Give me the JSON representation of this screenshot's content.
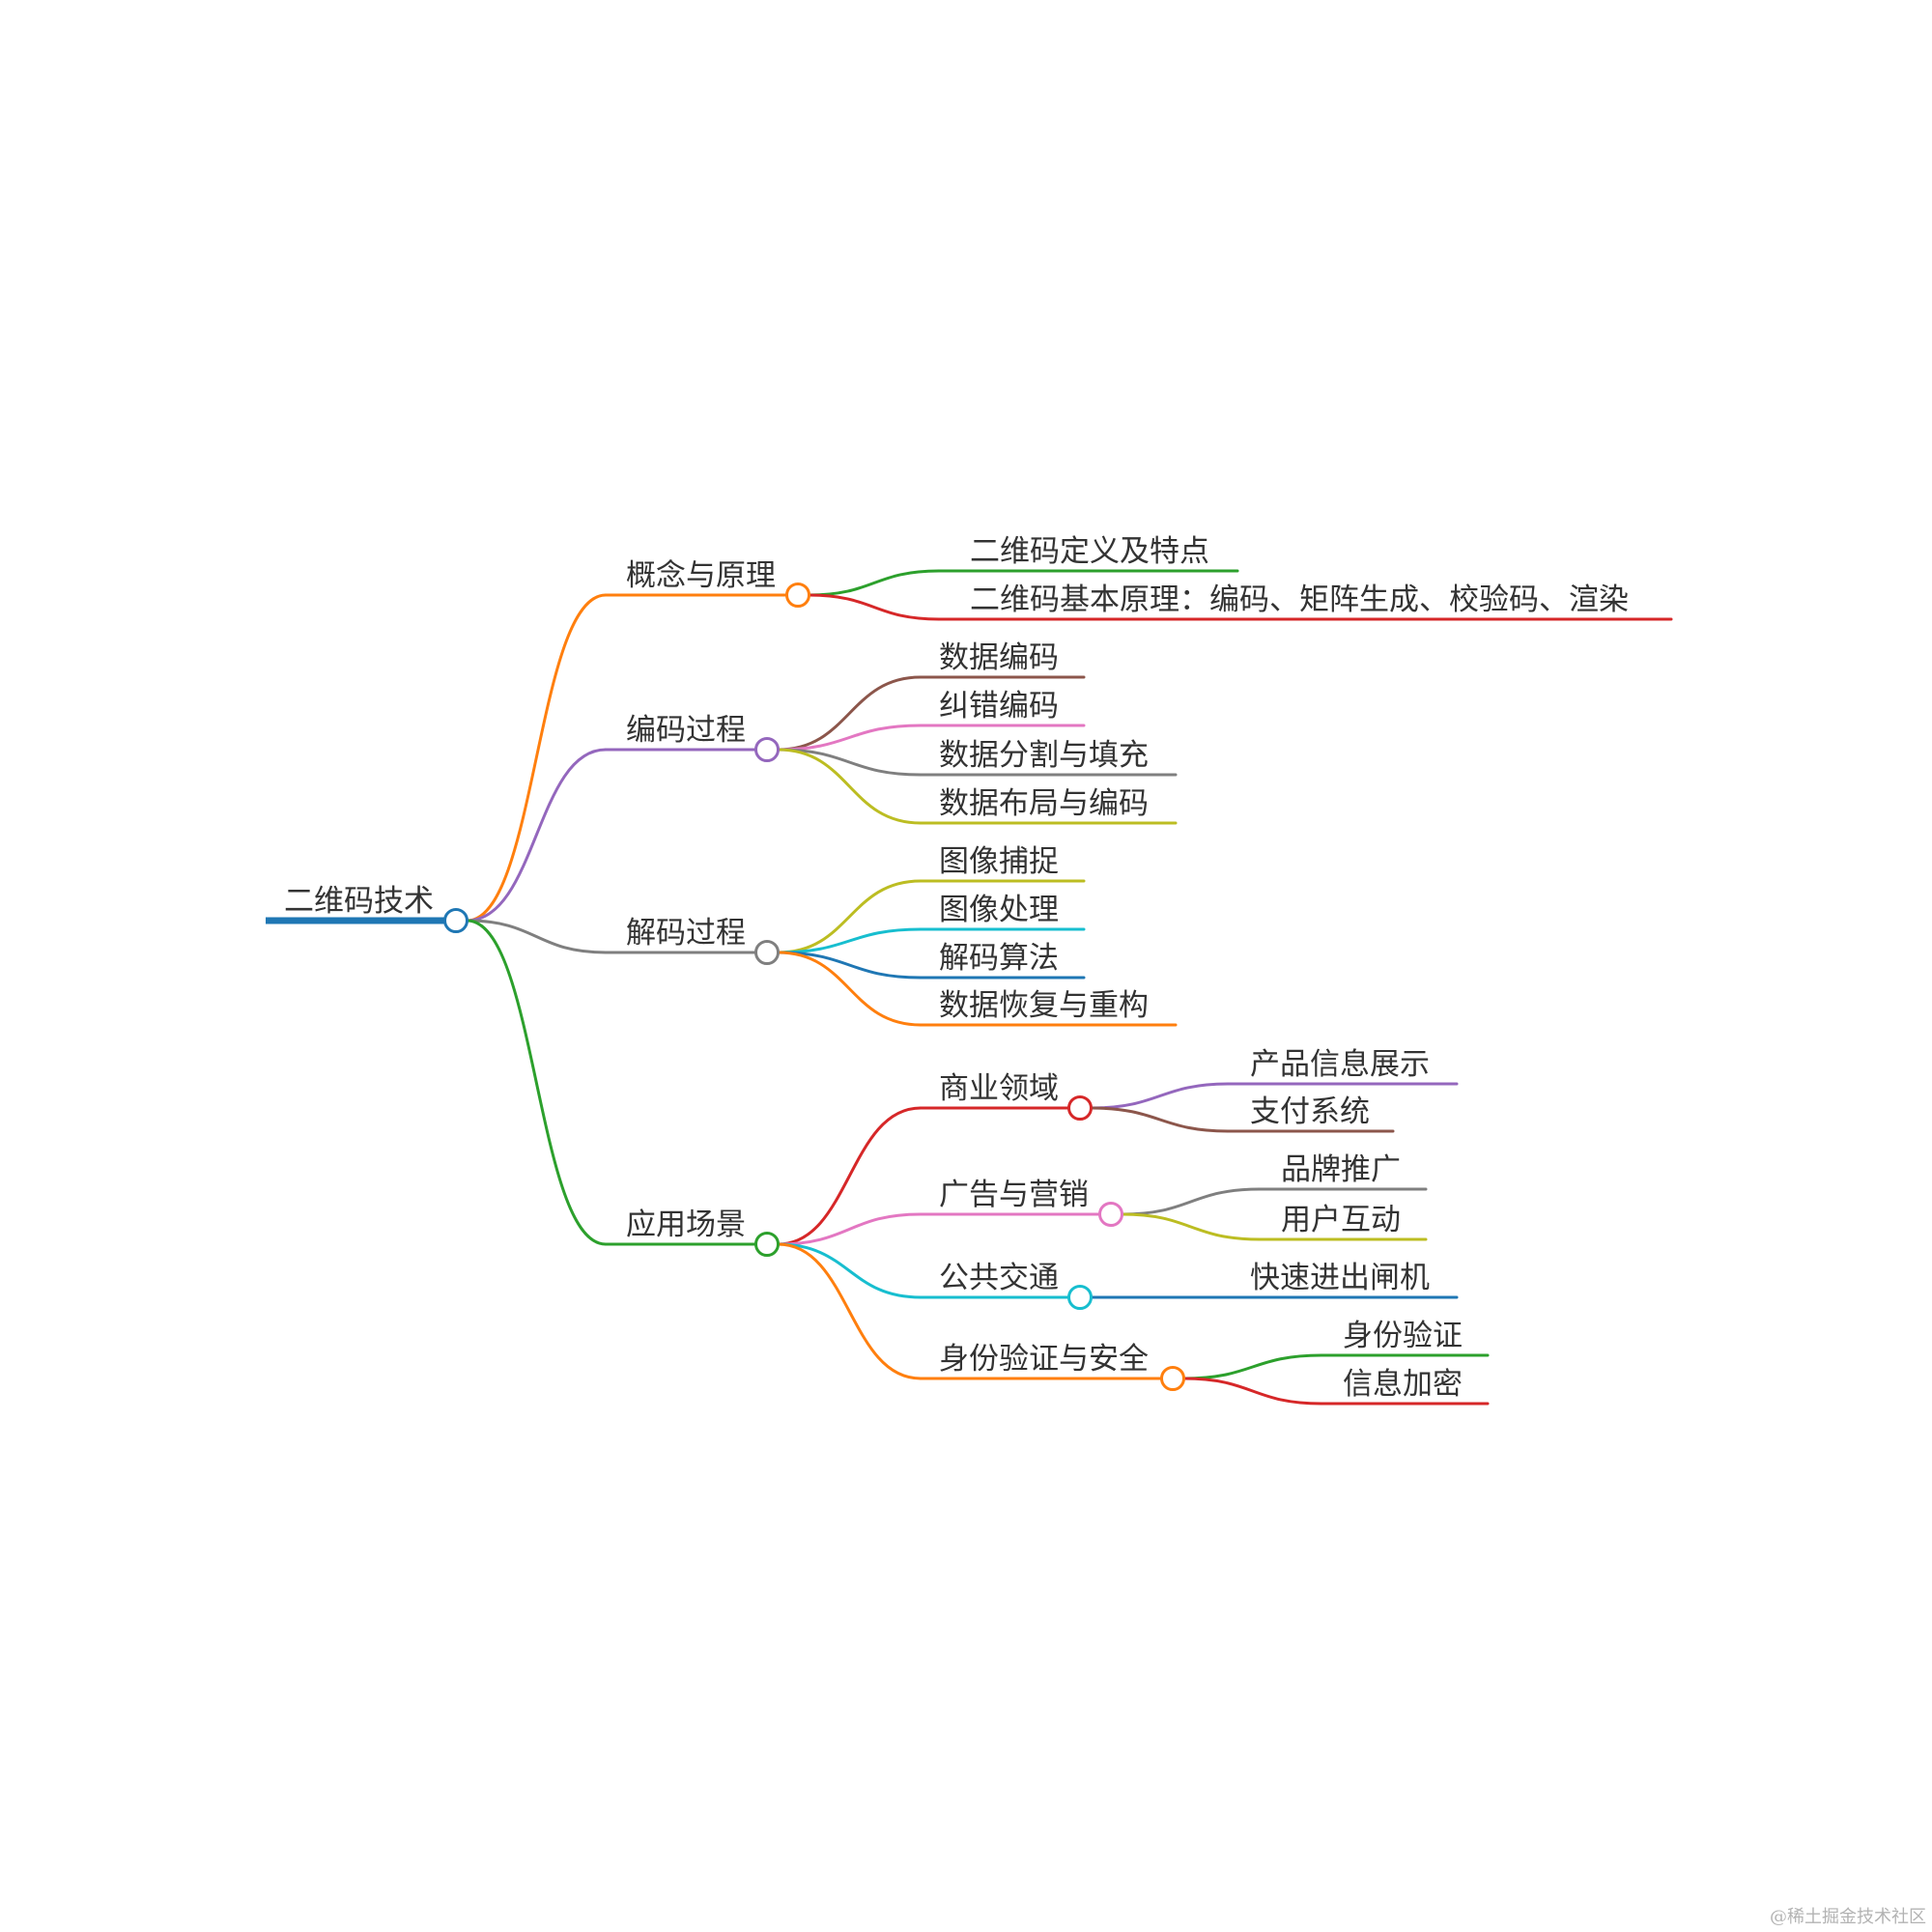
{
  "root": {
    "label": "二维码技术",
    "color": "#1f77b4"
  },
  "branches": [
    {
      "label": "概念与原理",
      "color": "#ff7f0e",
      "children": [
        {
          "label": "二维码定义及特点",
          "color": "#2ca02c"
        },
        {
          "label": "二维码基本原理：编码、矩阵生成、校验码、渲染",
          "color": "#d62728"
        }
      ]
    },
    {
      "label": "编码过程",
      "color": "#9467bd",
      "children": [
        {
          "label": "数据编码",
          "color": "#8c564b"
        },
        {
          "label": "纠错编码",
          "color": "#e377c2"
        },
        {
          "label": "数据分割与填充",
          "color": "#7f7f7f"
        },
        {
          "label": "数据布局与编码",
          "color": "#bcbd22"
        }
      ]
    },
    {
      "label": "解码过程",
      "color": "#7f7f7f",
      "children": [
        {
          "label": "图像捕捉",
          "color": "#bcbd22"
        },
        {
          "label": "图像处理",
          "color": "#17becf"
        },
        {
          "label": "解码算法",
          "color": "#1f77b4"
        },
        {
          "label": "数据恢复与重构",
          "color": "#ff7f0e"
        }
      ]
    },
    {
      "label": "应用场景",
      "color": "#2ca02c",
      "children": [
        {
          "label": "商业领域",
          "color": "#d62728",
          "children": [
            {
              "label": "产品信息展示",
              "color": "#9467bd"
            },
            {
              "label": "支付系统",
              "color": "#8c564b"
            }
          ]
        },
        {
          "label": "广告与营销",
          "color": "#e377c2",
          "children": [
            {
              "label": "品牌推广",
              "color": "#7f7f7f"
            },
            {
              "label": "用户互动",
              "color": "#bcbd22"
            }
          ]
        },
        {
          "label": "公共交通",
          "color": "#17becf",
          "children": [
            {
              "label": "快速进出闸机",
              "color": "#1f77b4"
            }
          ]
        },
        {
          "label": "身份验证与安全",
          "color": "#ff7f0e",
          "children": [
            {
              "label": "身份验证",
              "color": "#2ca02c"
            },
            {
              "label": "信息加密",
              "color": "#d62728"
            }
          ]
        }
      ]
    }
  ],
  "watermark": "@稀土掘金技术社区"
}
